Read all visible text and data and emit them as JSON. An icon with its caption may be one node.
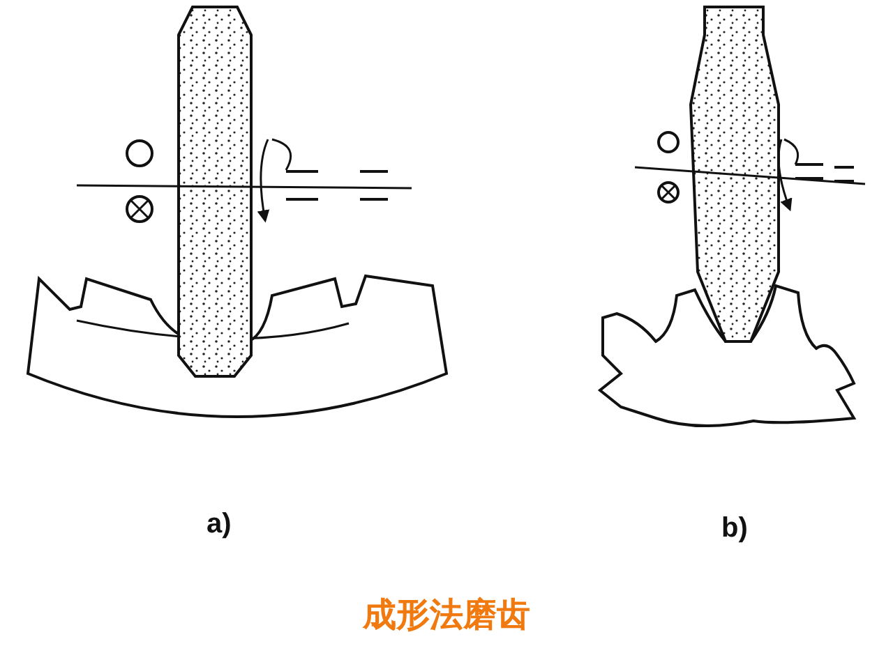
{
  "diagram": {
    "caption": "成形法磨齿",
    "labels": [
      "a)",
      "b)"
    ]
  }
}
